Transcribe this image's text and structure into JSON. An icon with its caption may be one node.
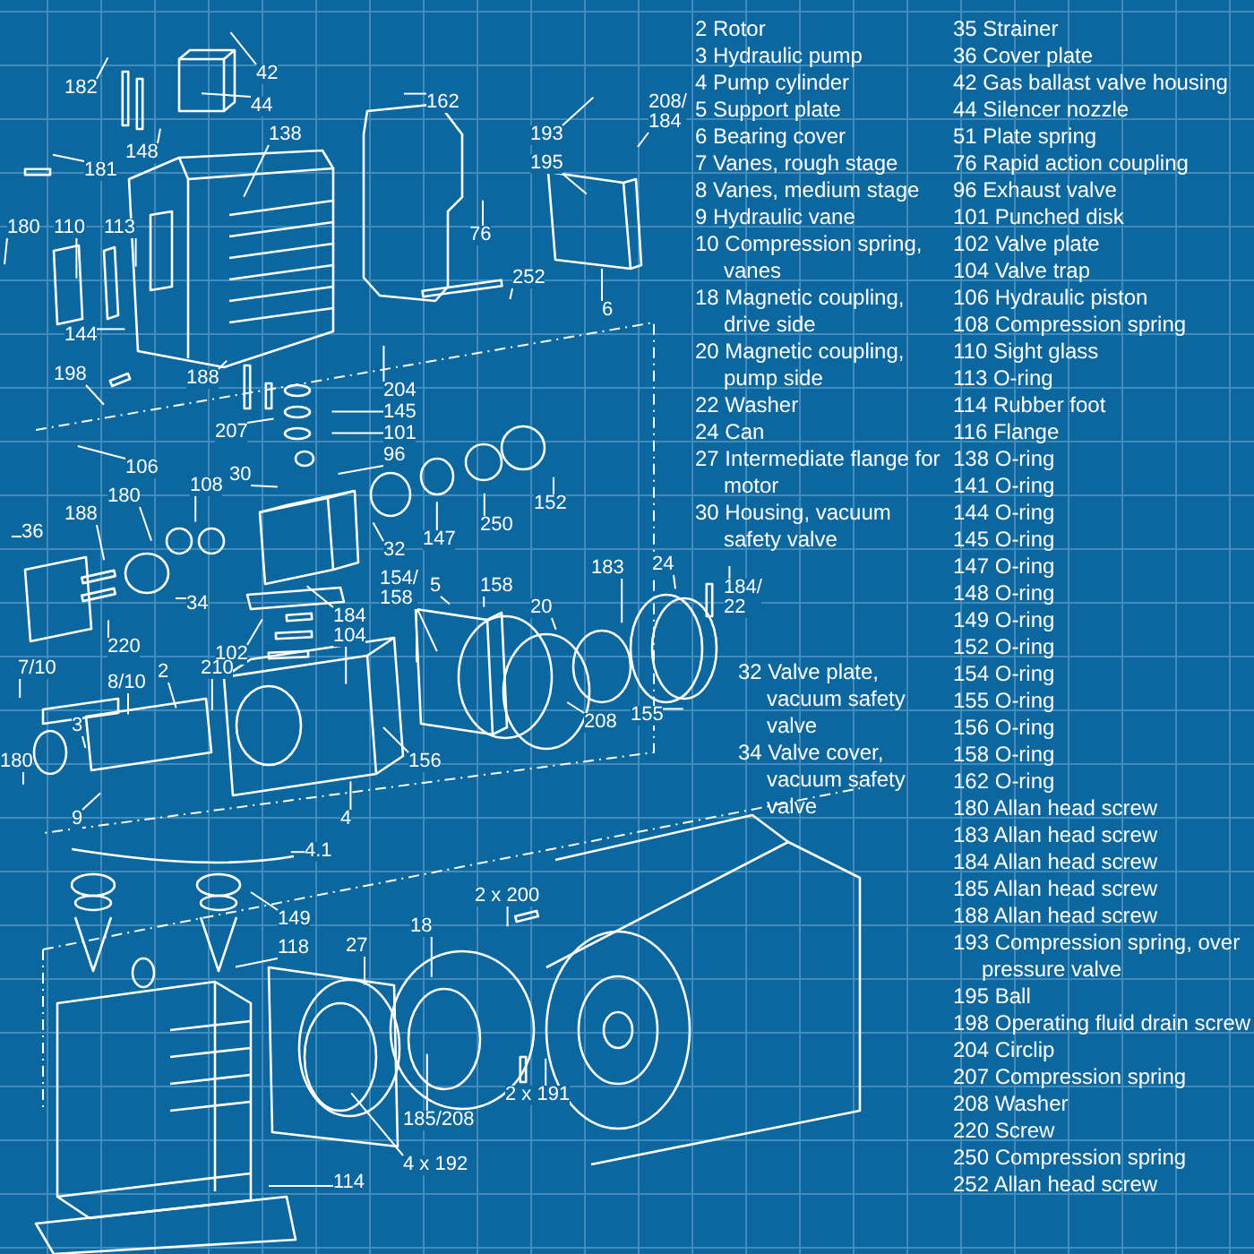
{
  "diagram": {
    "nodes": [
      {
        "text": [
          "182"
        ]
      },
      {
        "text": [
          "42"
        ]
      },
      {
        "text": [
          "44"
        ]
      },
      {
        "text": [
          "138"
        ]
      },
      {
        "text": [
          "148"
        ]
      },
      {
        "text": [
          "162"
        ]
      },
      {
        "text": [
          "193"
        ]
      },
      {
        "text": [
          "195"
        ]
      },
      {
        "text": [
          "208/ 184"
        ]
      },
      {
        "text": [
          "181"
        ]
      },
      {
        "text": [
          "180"
        ]
      },
      {
        "text": [
          "110"
        ]
      },
      {
        "text": [
          "113"
        ]
      },
      {
        "text": [
          "76"
        ]
      },
      {
        "text": [
          "252"
        ]
      },
      {
        "text": [
          "6"
        ]
      },
      {
        "text": [
          "144"
        ]
      },
      {
        "text": [
          "198"
        ]
      },
      {
        "text": [
          "204"
        ]
      },
      {
        "text": [
          "145"
        ]
      },
      {
        "text": [
          "101"
        ]
      },
      {
        "text": [
          "96"
        ]
      },
      {
        "text": [
          "188"
        ]
      },
      {
        "text": [
          "207"
        ]
      },
      {
        "text": [
          "30"
        ]
      },
      {
        "text": [
          "32"
        ]
      },
      {
        "text": [
          "147"
        ]
      },
      {
        "text": [
          "250"
        ]
      },
      {
        "text": [
          "152"
        ]
      },
      {
        "text": [
          "36"
        ]
      },
      {
        "text": [
          "188"
        ]
      },
      {
        "text": [
          "180"
        ]
      },
      {
        "text": [
          "106"
        ]
      },
      {
        "text": [
          "108"
        ]
      },
      {
        "text": [
          "34"
        ]
      },
      {
        "text": [
          "220"
        ]
      },
      {
        "text": [
          "154/ 158"
        ]
      },
      {
        "text": [
          "184"
        ]
      },
      {
        "text": [
          "104"
        ]
      },
      {
        "text": [
          "102"
        ]
      },
      {
        "text": [
          "5"
        ]
      },
      {
        "text": [
          "158"
        ]
      },
      {
        "text": [
          "20"
        ]
      },
      {
        "text": [
          "183"
        ]
      },
      {
        "text": [
          "24"
        ]
      },
      {
        "text": [
          "184/ 22"
        ]
      },
      {
        "text": [
          "208"
        ]
      },
      {
        "text": [
          "155"
        ]
      },
      {
        "text": [
          "7/10"
        ]
      },
      {
        "text": [
          "8/10"
        ]
      },
      {
        "text": [
          "2"
        ]
      },
      {
        "text": [
          "210"
        ]
      },
      {
        "text": [
          "180"
        ]
      },
      {
        "text": [
          "3"
        ]
      },
      {
        "text": [
          "9"
        ]
      },
      {
        "text": [
          "156"
        ]
      },
      {
        "text": [
          "4"
        ]
      },
      {
        "text": [
          "4.1"
        ]
      },
      {
        "text": [
          "149"
        ]
      },
      {
        "text": [
          "118"
        ]
      },
      {
        "text": [
          "27"
        ]
      },
      {
        "text": [
          "18"
        ]
      },
      {
        "text": [
          "2 x 200"
        ]
      },
      {
        "text": [
          "185/208"
        ]
      },
      {
        "text": [
          "2 x 191"
        ]
      },
      {
        "text": [
          "4 x 192"
        ]
      },
      {
        "text": [
          "114"
        ]
      }
    ],
    "edges": [
      {
        "from": 0,
        "to": null,
        "arrow": "none"
      },
      {
        "from": 1,
        "to": null,
        "arrow": "none"
      },
      {
        "from": 2,
        "to": null,
        "arrow": "none"
      },
      {
        "from": 3,
        "to": null,
        "arrow": "none"
      },
      {
        "from": 4,
        "to": null,
        "arrow": "none"
      },
      {
        "from": 5,
        "to": null,
        "arrow": "none"
      },
      {
        "from": 6,
        "to": null,
        "arrow": "none"
      },
      {
        "from": 7,
        "to": null,
        "arrow": "none"
      },
      {
        "from": 8,
        "to": null,
        "arrow": "none"
      },
      {
        "from": 9,
        "to": null,
        "arrow": "none"
      },
      {
        "from": 10,
        "to": null,
        "arrow": "none"
      },
      {
        "from": 11,
        "to": null,
        "arrow": "none"
      },
      {
        "from": 12,
        "to": null,
        "arrow": "none"
      },
      {
        "from": 13,
        "to": null,
        "arrow": "none"
      },
      {
        "from": 14,
        "to": null,
        "arrow": "none"
      },
      {
        "from": 15,
        "to": null,
        "arrow": "none"
      },
      {
        "from": 16,
        "to": null,
        "arrow": "none"
      },
      {
        "from": 17,
        "to": null,
        "arrow": "none"
      },
      {
        "from": 18,
        "to": null,
        "arrow": "none"
      },
      {
        "from": 19,
        "to": null,
        "arrow": "none"
      },
      {
        "from": 20,
        "to": null,
        "arrow": "none"
      },
      {
        "from": 21,
        "to": null,
        "arrow": "none"
      },
      {
        "from": 22,
        "to": null,
        "arrow": "none"
      },
      {
        "from": 23,
        "to": null,
        "arrow": "none"
      },
      {
        "from": 24,
        "to": null,
        "arrow": "none"
      },
      {
        "from": 25,
        "to": null,
        "arrow": "none"
      },
      {
        "from": 26,
        "to": null,
        "arrow": "none"
      },
      {
        "from": 27,
        "to": null,
        "arrow": "none"
      },
      {
        "from": 28,
        "to": null,
        "arrow": "none"
      },
      {
        "from": 29,
        "to": null,
        "arrow": "none"
      },
      {
        "from": 30,
        "to": null,
        "arrow": "none"
      },
      {
        "from": 31,
        "to": null,
        "arrow": "none"
      },
      {
        "from": 32,
        "to": null,
        "arrow": "none"
      },
      {
        "from": 33,
        "to": null,
        "arrow": "none"
      },
      {
        "from": 34,
        "to": null,
        "arrow": "none"
      },
      {
        "from": 35,
        "to": null,
        "arrow": "none"
      },
      {
        "from": 36,
        "to": null,
        "arrow": "none"
      },
      {
        "from": 36,
        "to": null,
        "arrow": "none"
      },
      {
        "from": 37,
        "to": null,
        "arrow": "none"
      },
      {
        "from": 38,
        "to": null,
        "arrow": "none"
      },
      {
        "from": 39,
        "to": null,
        "arrow": "none"
      },
      {
        "from": 40,
        "to": null,
        "arrow": "none"
      },
      {
        "from": 41,
        "to": null,
        "arrow": "none"
      },
      {
        "from": 42,
        "to": null,
        "arrow": "none"
      },
      {
        "from": 43,
        "to": null,
        "arrow": "none"
      },
      {
        "from": 44,
        "to": null,
        "arrow": "none"
      },
      {
        "from": 45,
        "to": null,
        "arrow": "none"
      },
      {
        "from": 46,
        "to": null,
        "arrow": "none"
      },
      {
        "from": 47,
        "to": null,
        "arrow": "none"
      },
      {
        "from": 48,
        "to": null,
        "arrow": "none"
      },
      {
        "from": 49,
        "to": null,
        "arrow": "none"
      },
      {
        "from": 50,
        "to": null,
        "arrow": "none"
      },
      {
        "from": 51,
        "to": null,
        "arrow": "none"
      },
      {
        "from": 52,
        "to": null,
        "arrow": "none"
      },
      {
        "from": 53,
        "to": null,
        "arrow": "none"
      },
      {
        "from": 54,
        "to": null,
        "arrow": "none"
      },
      {
        "from": 55,
        "to": null,
        "arrow": "none"
      },
      {
        "from": 56,
        "to": null,
        "arrow": "none"
      },
      {
        "from": 57,
        "to": null,
        "arrow": "none"
      },
      {
        "from": 58,
        "to": null,
        "arrow": "none"
      },
      {
        "from": 59,
        "to": null,
        "arrow": "none"
      },
      {
        "from": 60,
        "to": null,
        "arrow": "none"
      },
      {
        "from": 61,
        "to": null,
        "arrow": "none"
      },
      {
        "from": 62,
        "to": null,
        "arrow": "none"
      },
      {
        "from": 63,
        "to": null,
        "arrow": "none"
      },
      {
        "from": 64,
        "to": null,
        "arrow": "none"
      },
      {
        "from": 65,
        "to": null,
        "arrow": "none"
      },
      {
        "from": 66,
        "to": null,
        "arrow": "none"
      }
    ],
    "labels": [
      "2 Rotor",
      "3 Hydraulic pump",
      "4 Pump cylinder",
      "5 Support plate",
      "6 Bearing cover",
      "7 Vanes, rough stage",
      "8 Vanes, medium stage",
      "9 Hydraulic vane",
      "10 Compression spring, vanes",
      "18 Magnetic coupling, drive side",
      "20 Magnetic coupling, pump side",
      "22 Washer",
      "24 Can",
      "27 Intermediate flange for motor",
      "30 Housing, vacuum safety valve",
      "32 Valve plate, vacuum safety valve",
      "34 Valve cover, vacuum safety valve",
      "35 Strainer",
      "36 Cover plate",
      "42 Gas ballast valve housing",
      "44 Silencer nozzle",
      "51 Plate spring",
      "76 Rapid action coupling",
      "96 Exhaust valve",
      "101 Punched disk",
      "102 Valve plate",
      "104 Valve trap",
      "106 Hydraulic piston",
      "108 Compression spring",
      "110 Sight glass",
      "113 O-ring",
      "114 Rubber foot",
      "116 Flange",
      "138 O-ring",
      "141 O-ring",
      "144 O-ring",
      "145 O-ring",
      "147 O-ring",
      "148 O-ring",
      "149 O-ring",
      "152 O-ring",
      "154 O-ring",
      "155 O-ring",
      "156 O-ring",
      "158 O-ring",
      "162 O-ring",
      "180 Allan head screw",
      "183 Allan head screw",
      "184 Allan head screw",
      "185 Allan head screw",
      "188 Allan head screw",
      "193 Compression spring, over pressure valve",
      "195 Ball",
      "198 Operating fluid drain screw",
      "204 Circlip",
      "207 Compression spring",
      "208 Washer",
      "220 Screw",
      "250 Compression spring",
      "252 Allan head screw"
    ]
  }
}
